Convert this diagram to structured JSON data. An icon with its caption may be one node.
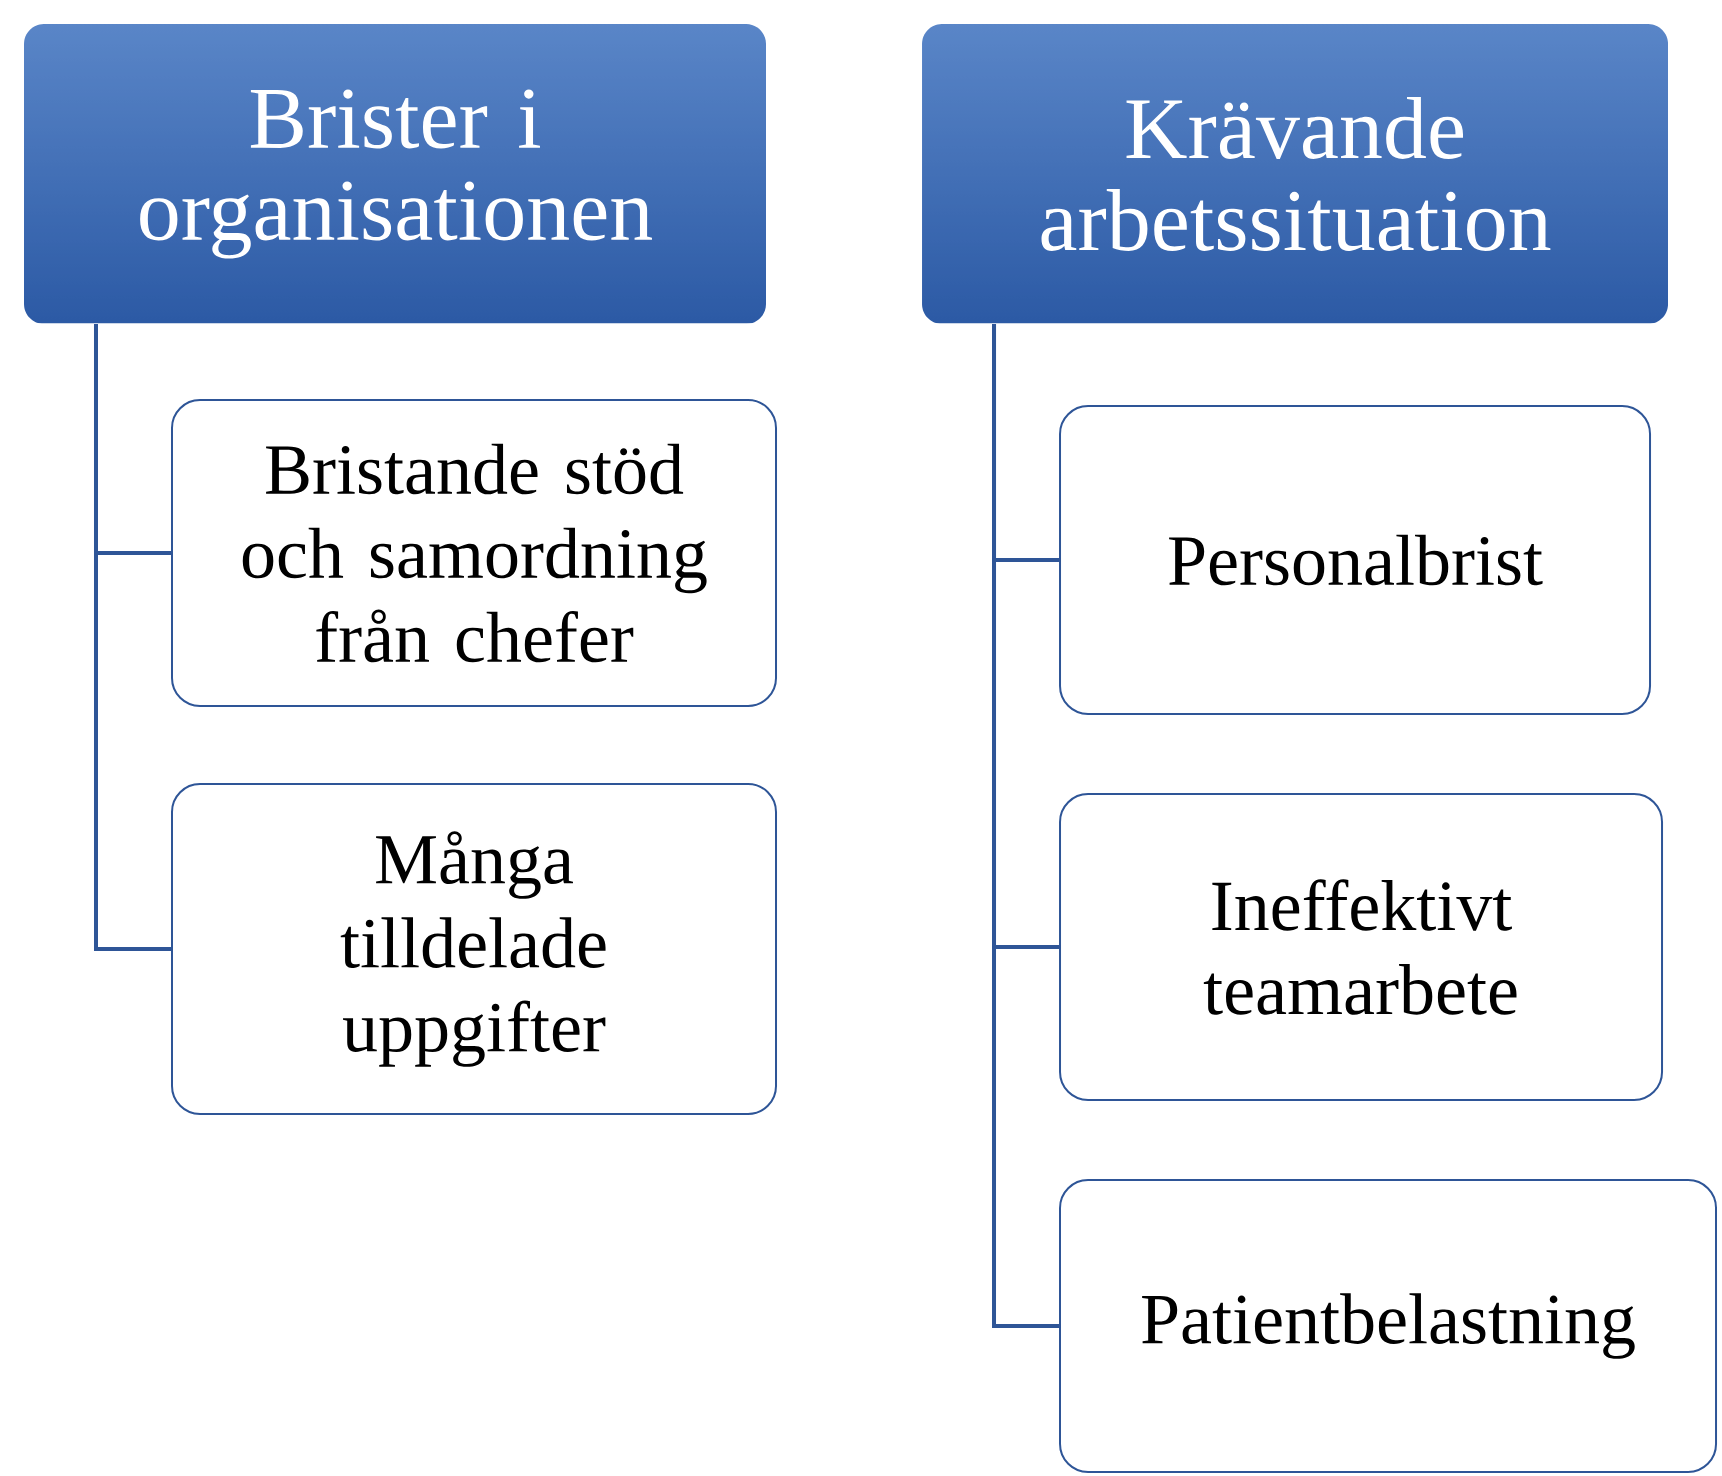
{
  "diagram": {
    "nodes": [
      {
        "text": [
          "Brister i organisationen"
        ]
      },
      {
        "text": [
          "Bristande stöd och samordning från chefer"
        ]
      },
      {
        "text": [
          "Många tilldelade uppgifter"
        ]
      },
      {
        "text": [
          "Krävande arbetssituation"
        ]
      },
      {
        "text": [
          "Personalbrist"
        ]
      },
      {
        "text": [
          "Ineffektivt teamarbete"
        ]
      },
      {
        "text": [
          "Patientbelastning"
        ]
      }
    ],
    "edges": [
      {
        "from": 0,
        "to": 1,
        "arrow": "none"
      },
      {
        "from": 0,
        "to": 2,
        "arrow": "none"
      },
      {
        "from": 3,
        "to": 4,
        "arrow": "none"
      },
      {
        "from": 3,
        "to": 5,
        "arrow": "none"
      },
      {
        "from": 3,
        "to": 6,
        "arrow": "none"
      }
    ]
  }
}
